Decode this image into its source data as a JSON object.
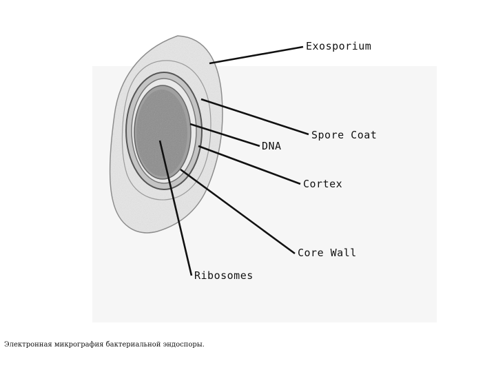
{
  "diagram": {
    "labels": {
      "exosporium": "Exosporium",
      "spore_coat": "Spore Coat",
      "dna": "DNA",
      "cortex": "Cortex",
      "core_wall": "Core Wall",
      "ribosomes": "Ribosomes"
    }
  },
  "caption": "Электронная микрография бактериальной эндоспоры."
}
